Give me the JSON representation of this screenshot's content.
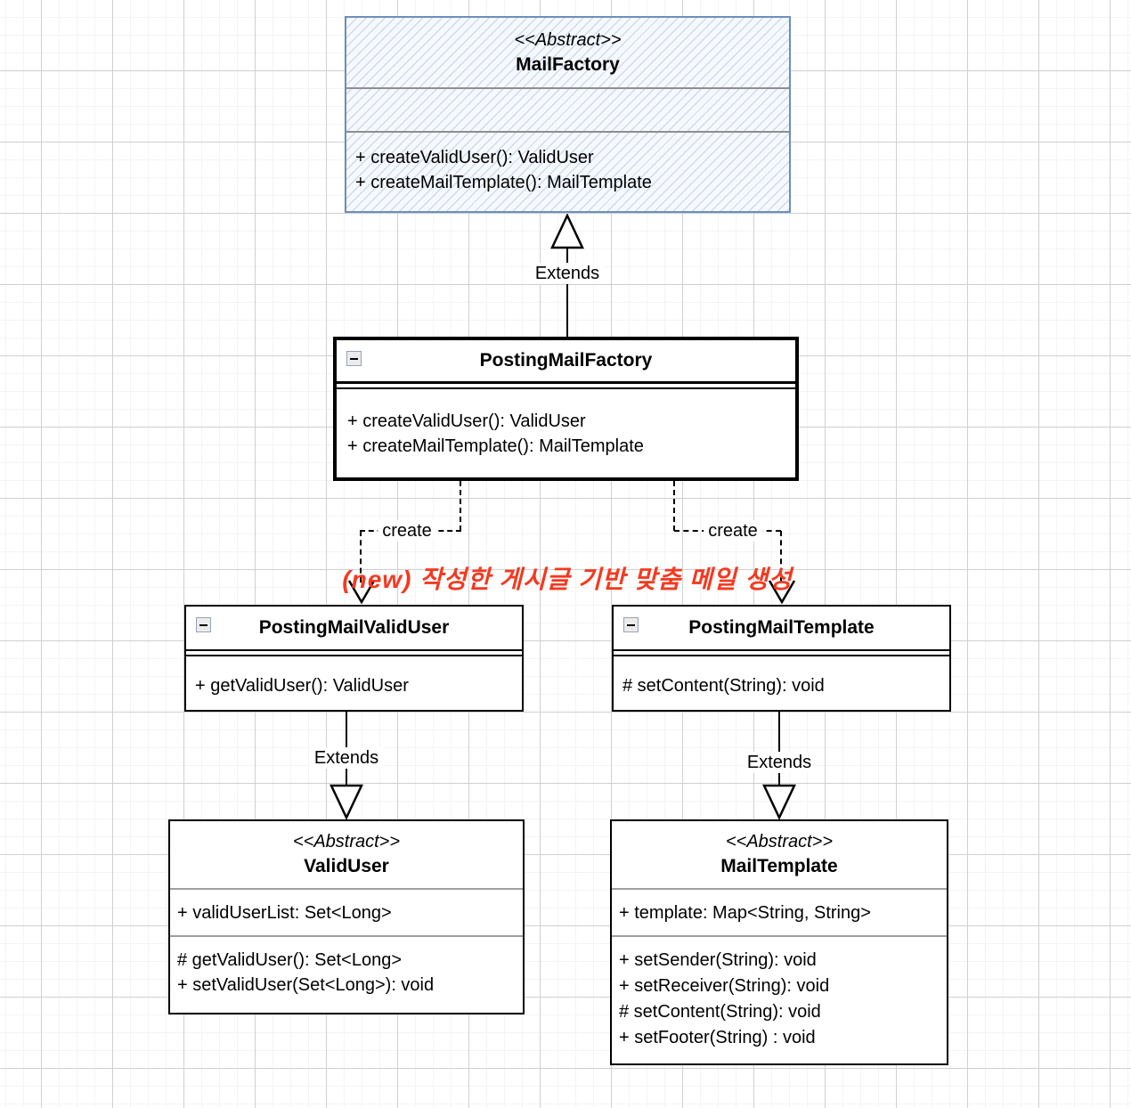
{
  "classes": {
    "mail_factory": {
      "stereotype": "<<Abstract>>",
      "name": "MailFactory",
      "attributes": [],
      "methods": [
        "+ createValidUser(): ValidUser",
        "+ createMailTemplate(): MailTemplate"
      ]
    },
    "posting_mail_factory": {
      "name": "PostingMailFactory",
      "attributes": [],
      "methods": [
        "+ createValidUser(): ValidUser",
        "+ createMailTemplate(): MailTemplate"
      ]
    },
    "posting_mail_valid_user": {
      "name": "PostingMailValidUser",
      "attributes": [],
      "methods": [
        "+ getValidUser(): ValidUser"
      ]
    },
    "posting_mail_template": {
      "name": "PostingMailTemplate",
      "attributes": [],
      "methods": [
        "# setContent(String): void"
      ]
    },
    "valid_user": {
      "stereotype": "<<Abstract>>",
      "name": "ValidUser",
      "attributes": [
        "+ validUserList: Set<Long>"
      ],
      "methods": [
        "# getValidUser(): Set<Long>",
        "+ setValidUser(Set<Long>): void"
      ]
    },
    "mail_template": {
      "stereotype": "<<Abstract>>",
      "name": "MailTemplate",
      "attributes": [
        "+ template: Map<String, String>"
      ],
      "methods": [
        "+ setSender(String): void",
        "+ setReceiver(String): void",
        "# setContent(String): void",
        "+ setFooter(String) : void"
      ]
    }
  },
  "labels": {
    "extends": "Extends",
    "create": "create",
    "annotation": "(new) 작성한 게시글 기반 맞춤 메일 생성"
  },
  "colors": {
    "abstract_border": "#6c8ebf",
    "abstract_hatch": "#c9d7ec",
    "class_border": "#000000",
    "separator_gray": "#8f8f8f",
    "annotation_red": "#f5391f",
    "grid_minor": "#f4f4f4",
    "grid_major": "#d0d0d0"
  }
}
